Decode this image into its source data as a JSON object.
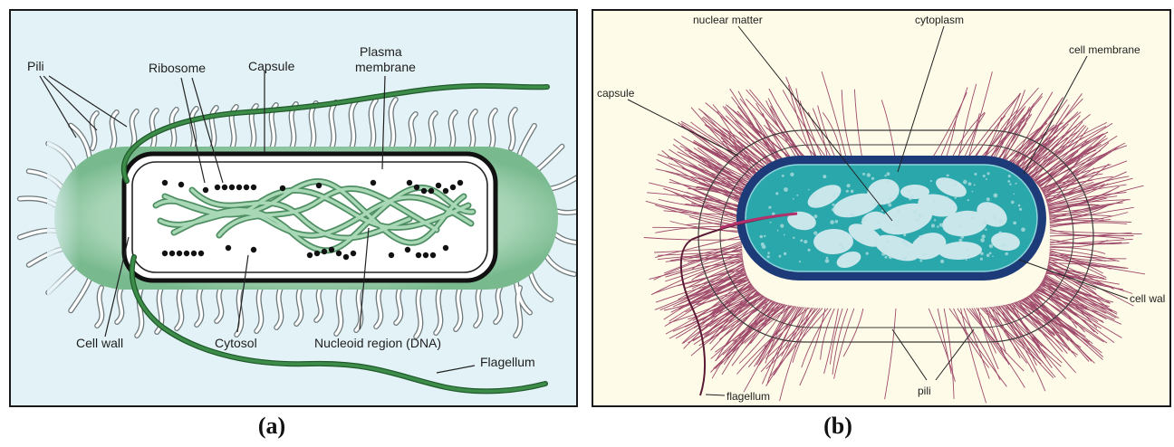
{
  "panel_a": {
    "labels": {
      "pili": "Pili",
      "ribosome": "Ribosome",
      "capsule": "Capsule",
      "plasma_membrane_1": "Plasma",
      "plasma_membrane_2": "membrane",
      "cell_wall": "Cell wall",
      "cytosol": "Cytosol",
      "nucleoid": "Nucleoid region (DNA)",
      "flagellum": "Flagellum"
    },
    "caption": "(a)"
  },
  "panel_b": {
    "labels": {
      "nuclear_matter": "nuclear matter",
      "cytoplasm": "cytoplasm",
      "cell_membrane": "cell membrane",
      "capsule": "capsule",
      "cell_wall": "cell wal",
      "flagellum": "flagellum",
      "pili": "pili"
    },
    "caption": "(b)"
  },
  "colors": {
    "capsule_green": "#8cc6a2",
    "flagellum_green": "#2e7a3a",
    "dna_green": "#7fbf93",
    "cell_wall_navy": "#1d3b78",
    "cytoplasm_teal": "#2aa7ab",
    "pili_red": "#8e2a55"
  }
}
